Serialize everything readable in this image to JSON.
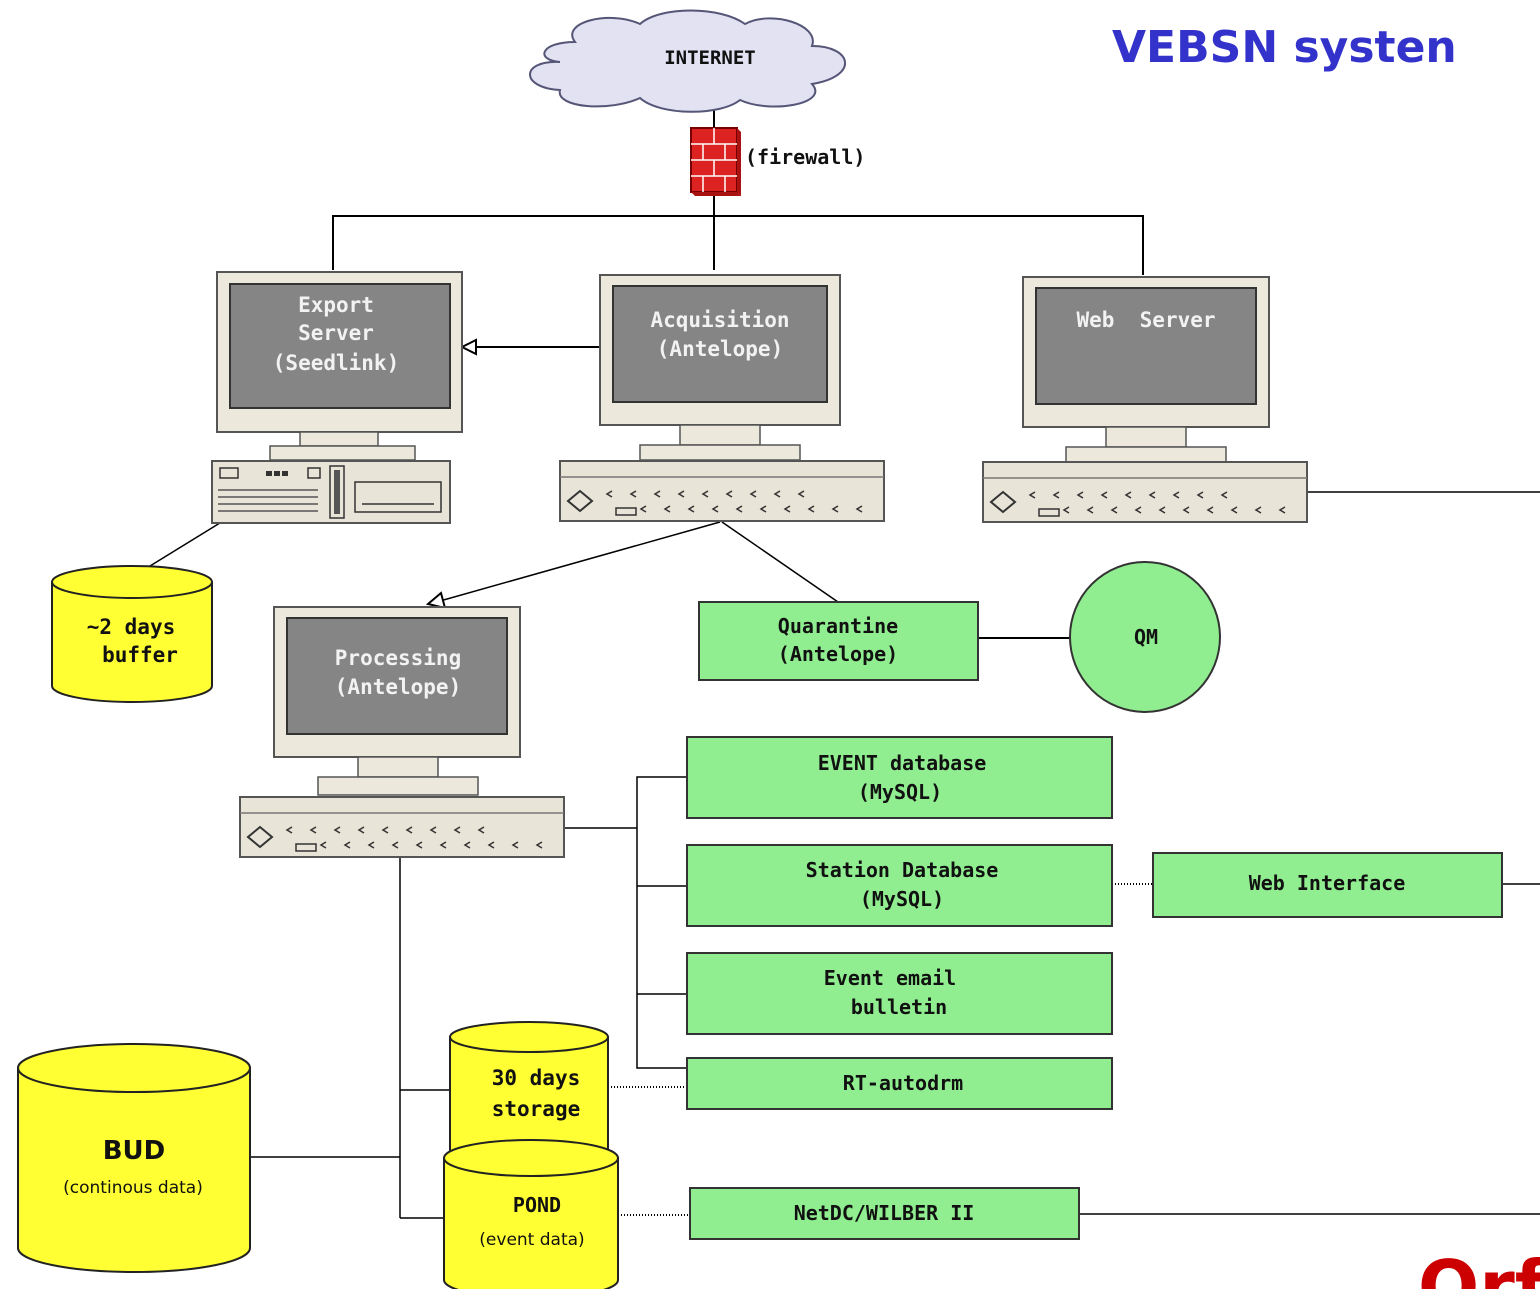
{
  "title": "VEBSN systen",
  "internet_label": "INTERNET",
  "firewall_label": "(firewall)",
  "computers": {
    "export_server": [
      "Export",
      "Server",
      "(Seedlink)"
    ],
    "acquisition": [
      "Acquisition",
      "(Antelope)"
    ],
    "web_server": [
      "Web  Server"
    ],
    "processing": [
      "Processing",
      "(Antelope)"
    ]
  },
  "boxes": {
    "quarantine": [
      "Quarantine",
      "(Antelope)"
    ],
    "qm": "QM",
    "event_database": [
      "EVENT database",
      "(MySQL)"
    ],
    "station_database": [
      "Station Database",
      "(MySQL)"
    ],
    "web_interface": "Web Interface",
    "event_email": [
      "Event email",
      "bulletin"
    ],
    "rt_autodrm": "RT-autodrm",
    "netdc": "NetDC/WILBER II"
  },
  "storage": {
    "buffer": [
      "~2 days",
      "buffer"
    ],
    "thirty_days": [
      "30 days",
      "storage"
    ],
    "pond": [
      "POND",
      "(event data)"
    ],
    "bud": [
      "BUD",
      "(continous data)"
    ]
  },
  "logo_fragment": "Orf",
  "colors": {
    "title": "#3333cc",
    "box_fill": "#90ee90",
    "cylinder_fill": "#ffff33",
    "firewall": "#dd2222",
    "screen": "#858585",
    "case": "#e8e4d8",
    "logo": "#cc0000"
  }
}
